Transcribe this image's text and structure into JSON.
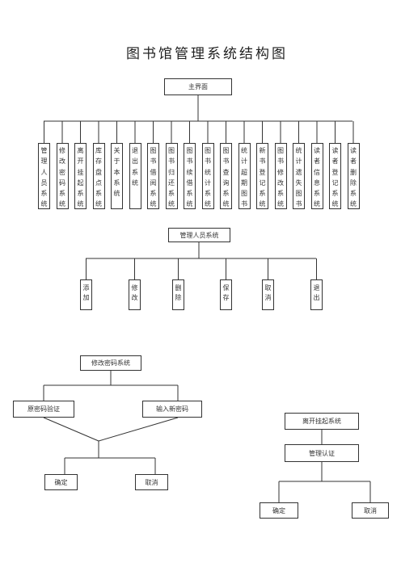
{
  "title": "图书馆管理系统结构图",
  "main_interface": "主界面",
  "subsystems": [
    "管理人员系统",
    "修改密码系统",
    "离开挂起系统",
    "库存盘点系统",
    "关于本系统",
    "退出系统",
    "图书借阅系统",
    "图书归还系统",
    "图书续借系统",
    "图书统计系统",
    "图书查询系统",
    "统计超期图书",
    "新书登记系统",
    "图书修改系统",
    "统计遗失图书",
    "读者信息系统",
    "读者登记系统",
    "读者删除系统"
  ],
  "manager_system": {
    "title": "管理人员系统",
    "children": [
      "添加",
      "修改",
      "删除",
      "保存",
      "取消",
      "退出"
    ]
  },
  "password_system": {
    "title": "修改密码系统",
    "children": [
      "原密码验证",
      "输入新密码"
    ],
    "results": [
      "确定",
      "取消"
    ]
  },
  "leave_system": {
    "title": "离开挂起系统",
    "auth": "管理认证",
    "results": [
      "确定",
      "取消"
    ]
  }
}
